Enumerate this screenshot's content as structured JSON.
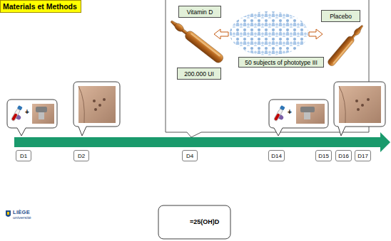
{
  "diagram": {
    "title": "Materials et Methods",
    "nodes": [
      {
        "text": [
          "Vitamin D"
        ]
      },
      {
        "text": [
          "200.000 UI"
        ]
      },
      {
        "text": [
          "50 subjects of phototype III"
        ]
      },
      {
        "text": [
          "Placebo"
        ]
      },
      {
        "text": [
          "D1"
        ]
      },
      {
        "text": [
          "D2"
        ]
      },
      {
        "text": [
          "D4"
        ]
      },
      {
        "text": [
          "D14"
        ]
      },
      {
        "text": [
          "D15"
        ]
      },
      {
        "text": [
          "D16"
        ]
      },
      {
        "text": [
          "D17"
        ]
      }
    ],
    "labels": [
      "+",
      "+",
      "LIÈGE",
      "université"
    ],
    "legend": [
      {
        "text": "=25(OH)D"
      }
    ]
  }
}
